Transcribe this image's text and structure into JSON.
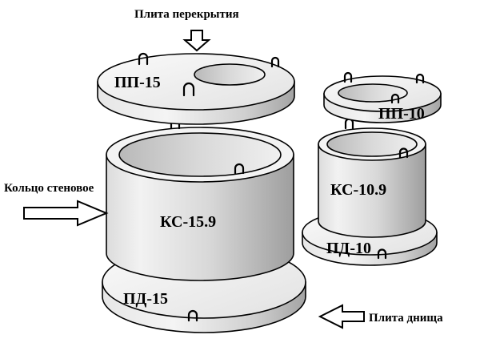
{
  "labels": {
    "cover_slab": "Плита перекрытия",
    "wall_ring": "Кольцо стеновое",
    "bottom_slab": "Плита днища"
  },
  "large_well": {
    "cover": "ПП-15",
    "ring": "КС-15.9",
    "base": "ПД-15"
  },
  "small_well": {
    "cover": "ПП-10",
    "ring": "КС-10.9",
    "base": "ПД-10"
  },
  "colors": {
    "concrete_light": "#efefef",
    "concrete_mid": "#d6d6d6",
    "concrete_dark": "#a9a9a9",
    "outline": "#000000",
    "background": "#ffffff"
  }
}
